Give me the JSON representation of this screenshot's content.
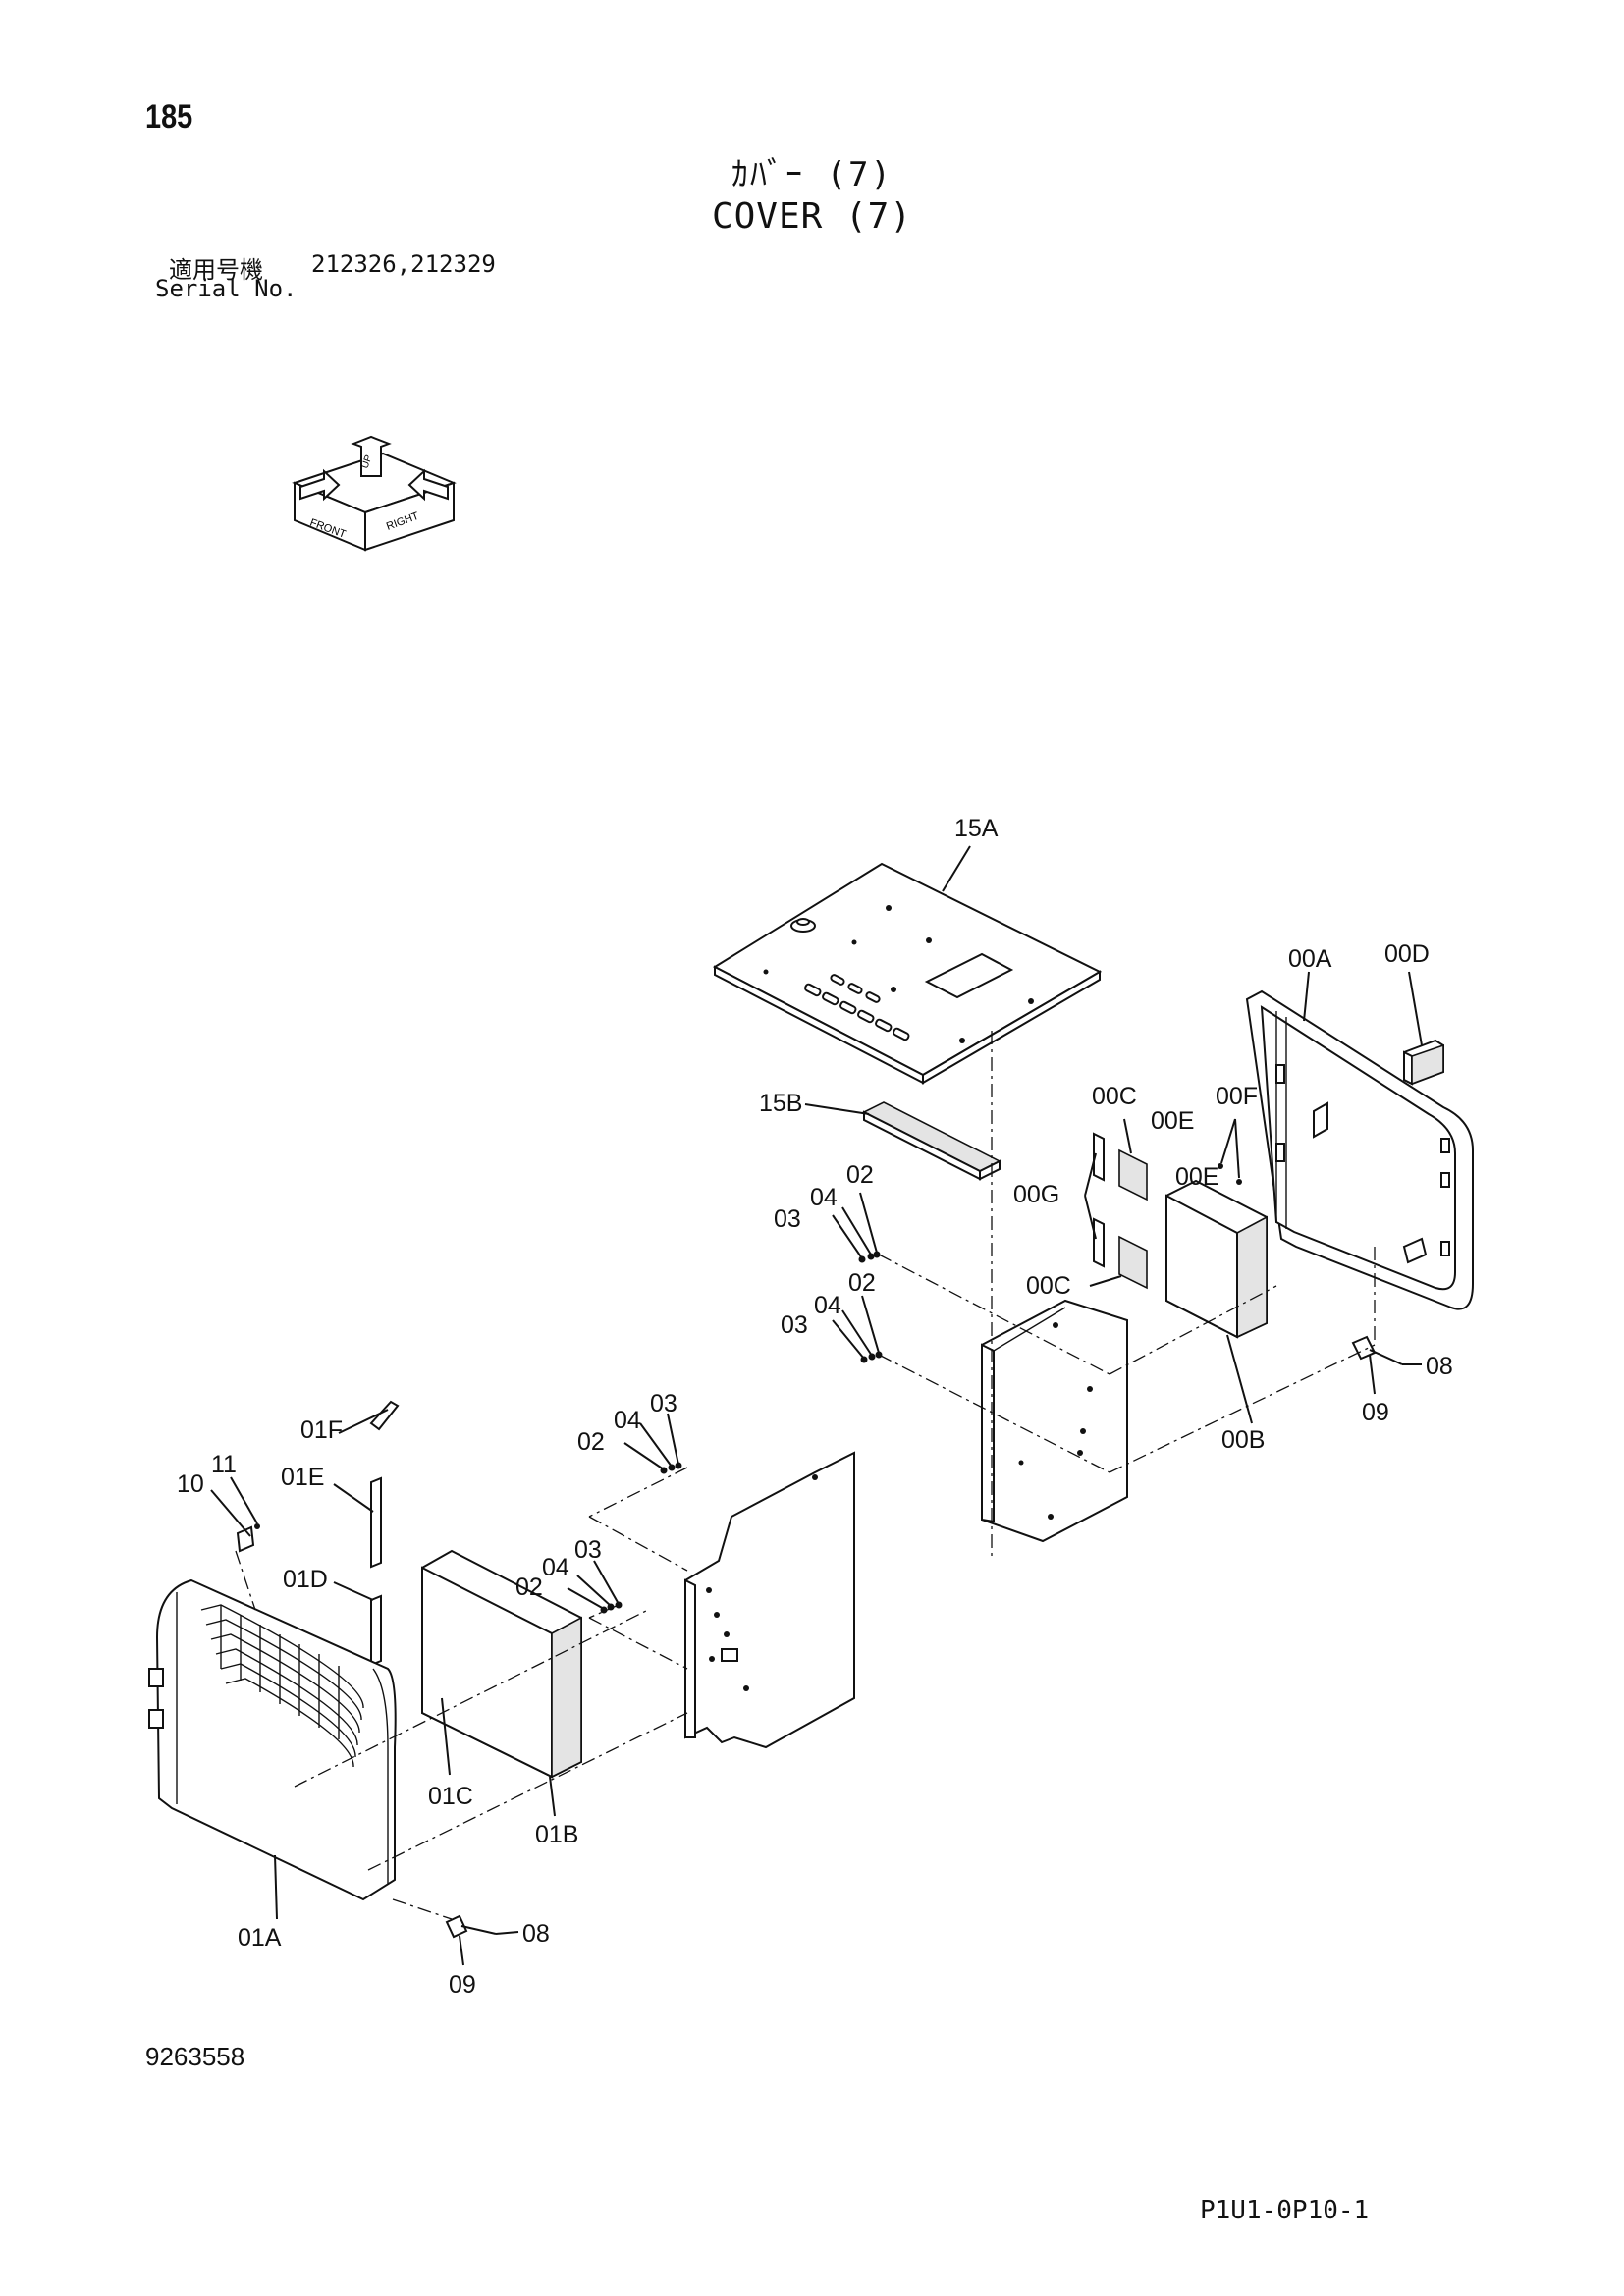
{
  "header": {
    "page_number": "185",
    "title_jp": "ｶﾊﾞｰ (7)",
    "title_en": "COVER (7)",
    "serial_label_jp": "適用号機",
    "serial_values": "212326,212329",
    "serial_label_en": "Serial No."
  },
  "orientation_icon": {
    "icon": "orientation-front-right-up-icon",
    "labels": [
      "FRONT",
      "RIGHT",
      "UP"
    ]
  },
  "callouts": {
    "c15A": "15A",
    "c15B": "15B",
    "c00A": "00A",
    "c00D": "00D",
    "c00C_top": "00C",
    "c00F": "00F",
    "c00E_1": "00E",
    "c00E_2": "00E",
    "c00G": "00G",
    "c00C_bot": "00C",
    "c00B": "00B",
    "c08_right": "08",
    "c09_right": "09",
    "c02_r1": "02",
    "c04_r1": "04",
    "c03_r1": "03",
    "c02_r2": "02",
    "c04_r2": "04",
    "c03_r2": "03",
    "c01F": "01F",
    "c01E": "01E",
    "c11": "11",
    "c10": "10",
    "c01D": "01D",
    "c03_l1": "03",
    "c04_l1": "04",
    "c02_l1": "02",
    "c03_l2": "03",
    "c04_l2": "04",
    "c02_l2": "02",
    "c01C": "01C",
    "c01B": "01B",
    "c01A": "01A",
    "c08_left": "08",
    "c09_left": "09"
  },
  "footer": {
    "drawing_number": "9263558",
    "page_code": "P1U1-0P10-1"
  }
}
